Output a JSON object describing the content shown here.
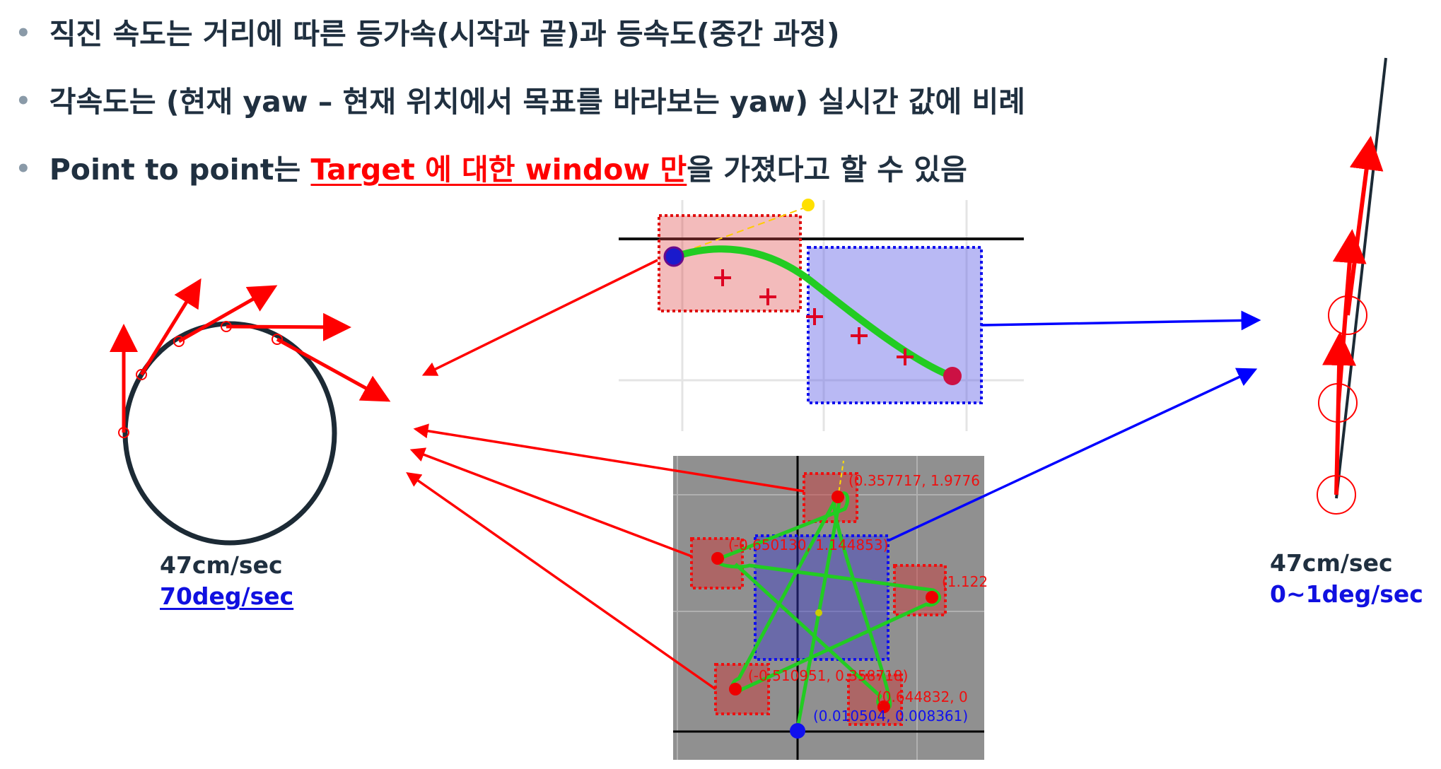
{
  "bullets": [
    {
      "text": "직진 속도는 거리에 따른 등가속(시작과 끝)과 등속도(중간 과정)"
    },
    {
      "text": "각속도는 (현재 yaw – 현재 위치에서 목표를 바라보는 yaw) 실시간 값에 비례"
    },
    {
      "pre": "Point to point는 ",
      "highlight": "Target 에 대한 window 만",
      "post": "을 가졌다고 할 수 있음"
    }
  ],
  "left_case": {
    "speed": "47cm/sec",
    "angular": "70deg/sec"
  },
  "right_case": {
    "speed": "47cm/sec",
    "angular": "0~1deg/sec"
  },
  "star_labels": {
    "top": "(0.357717, 1.9776",
    "upper_left": "(-0.650130, 1.144853)",
    "right": "(1.122",
    "lower_left": "(-0.510951, 0.358718)",
    "lower_right": "(0.644832, 0",
    "origin": "(0.010504, 0.008361)"
  },
  "colors": {
    "text": "#203040",
    "highlight": "#ff0000",
    "arrow_red": "#ff0000",
    "arrow_blue": "#0000ff",
    "path_green": "#22cc22",
    "target_window": "#ff0000",
    "large_window": "#0000ff"
  }
}
